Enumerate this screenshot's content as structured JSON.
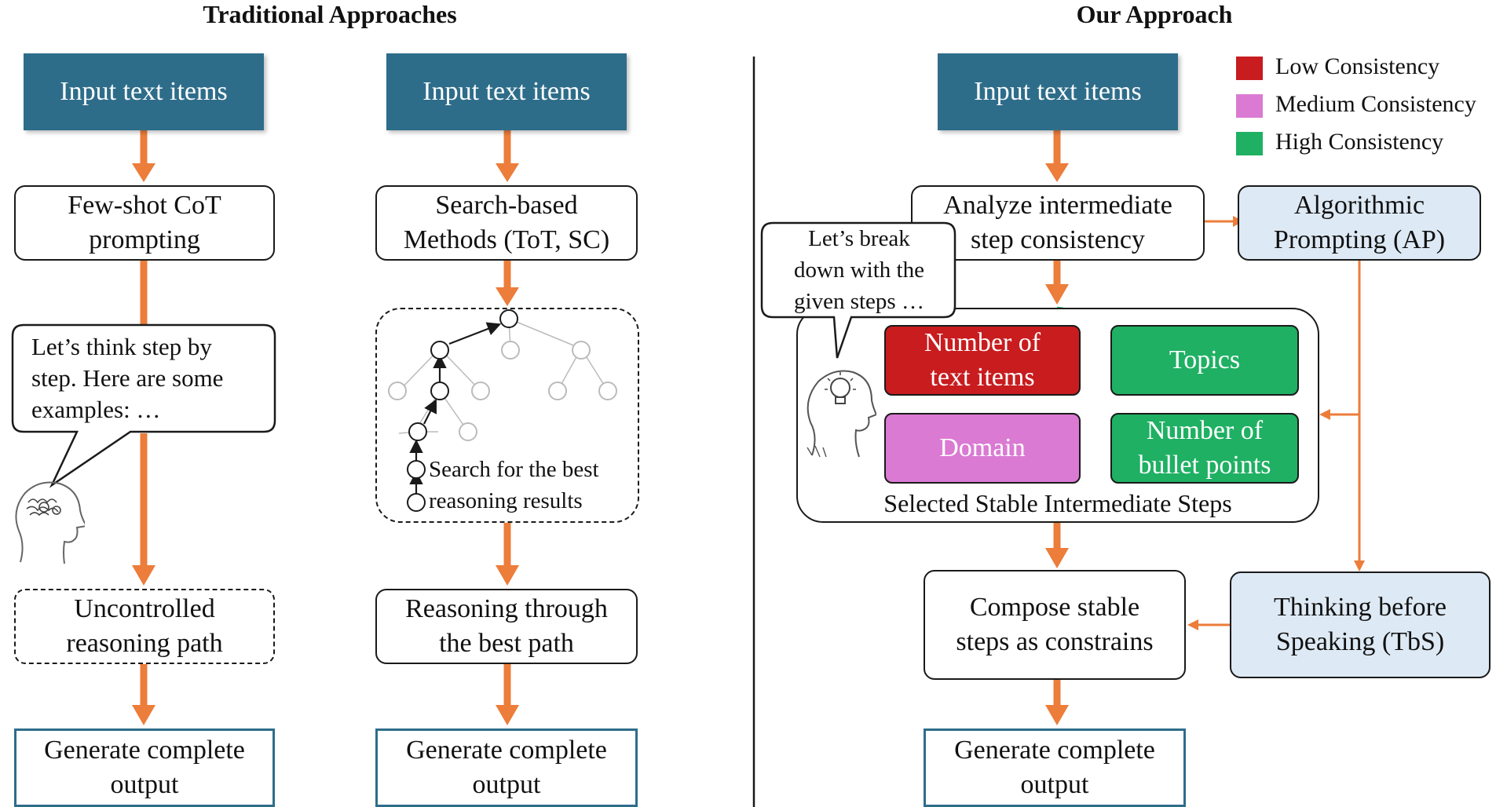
{
  "titles": {
    "left": "Traditional Approaches",
    "right": "Our Approach"
  },
  "legend": [
    {
      "label": "Low Consistency",
      "color": "#c81c1f"
    },
    {
      "label": "Medium Consistency",
      "color": "#da7ad3"
    },
    {
      "label": "High Consistency",
      "color": "#1fb063"
    }
  ],
  "col1": {
    "input": "Input text items",
    "step1": "Few-shot CoT\nprompting",
    "bubble": "Let’s think step by\nstep. Here are some\nexamples: …",
    "step2": "Uncontrolled\nreasoning path",
    "output": "Generate complete\noutput"
  },
  "col2": {
    "input": "Input text items",
    "step1": "Search-based\nMethods (ToT, SC)",
    "search_note": "Search for the best\nreasoning results",
    "step2": "Reasoning through\nthe best path",
    "output": "Generate complete\noutput"
  },
  "col3": {
    "input": "Input text items",
    "analyze": "Analyze intermediate\nstep consistency",
    "bubble": "Let’s break\ndown with the\ngiven steps …",
    "algorithmic": "Algorithmic\nPrompting (AP)",
    "steps_group_label": "Selected Stable Intermediate Steps",
    "step_number": "Number of\ntext items",
    "step_topics": "Topics",
    "step_domain": "Domain",
    "step_bullets": "Number of\nbullet points",
    "compose": "Compose stable\nsteps as constrains",
    "tbs": "Thinking before\nSpeaking (TbS)",
    "output": "Generate complete\noutput"
  },
  "colors": {
    "arrow": "#ec7d3a",
    "input_fill": "#2e6d8a",
    "method_fill": "#dde9f4",
    "dashed_link": "#1fb063"
  },
  "icons": [
    "head-icon",
    "lightbulb-head-icon",
    "search-tree-icon"
  ]
}
